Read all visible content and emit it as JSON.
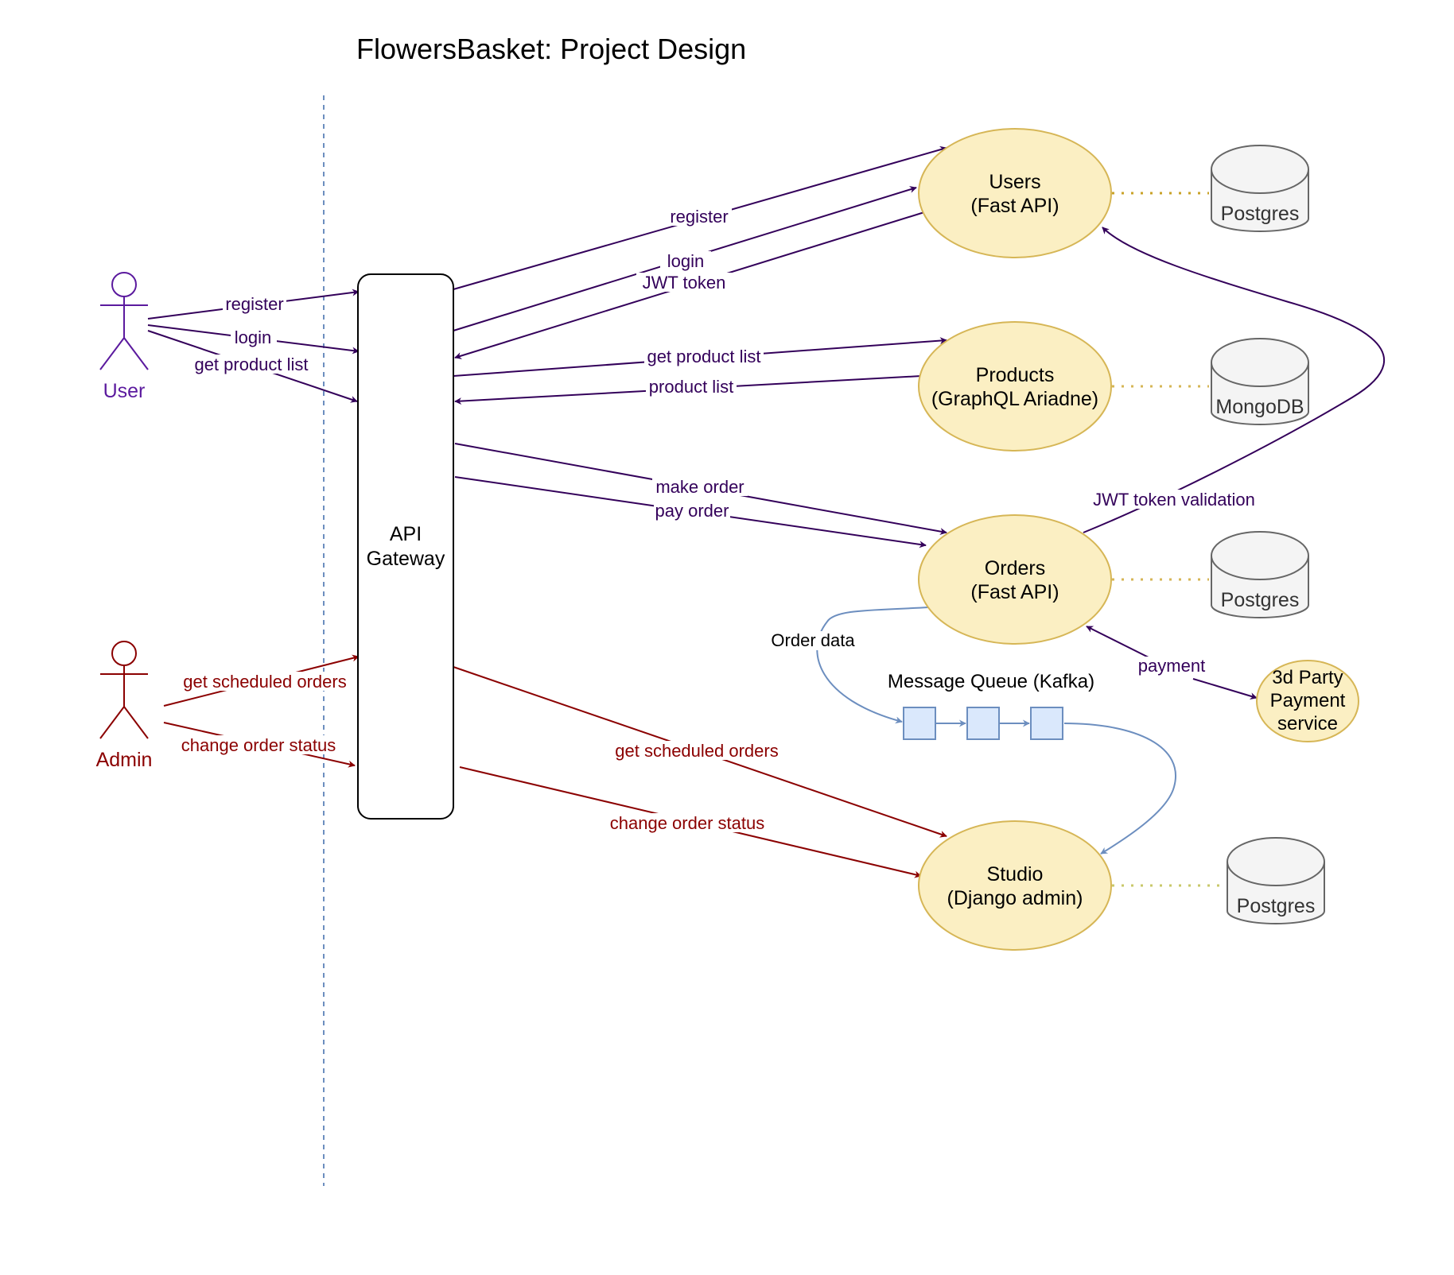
{
  "title": "FlowersBasket: Project Design",
  "colors": {
    "user_edge": "#33005a",
    "user_actor": "#5b1a9e",
    "admin_edge": "#8b0000",
    "service_fill": "#fbefc3",
    "service_stroke": "#d6b656",
    "db_fill": "#f4f4f4",
    "db_stroke": "#666666",
    "queue_fill": "#dae8fc",
    "queue_stroke": "#6c8ebf",
    "lifeline": "#6c8ebf"
  },
  "actors": {
    "user": "User",
    "admin": "Admin"
  },
  "gateway": {
    "line1": "API",
    "line2": "Gateway"
  },
  "services": {
    "users": {
      "line1": "Users",
      "line2": "(Fast API)"
    },
    "products": {
      "line1": "Products",
      "line2": "(GraphQL Ariadne)"
    },
    "orders": {
      "line1": "Orders",
      "line2": "(Fast API)"
    },
    "studio": {
      "line1": "Studio",
      "line2": "(Django admin)"
    },
    "payment": {
      "line1": "3d Party",
      "line2": "Payment",
      "line3": "service"
    }
  },
  "databases": {
    "users_db": "Postgres",
    "products_db": "MongoDB",
    "orders_db": "Postgres",
    "studio_db": "Postgres"
  },
  "queue": {
    "title": "Message Queue (Kafka)",
    "label": "Order data"
  },
  "edges": {
    "user_register": "register",
    "user_login": "login",
    "user_product_list": "get product list",
    "admin_scheduled": "get scheduled orders",
    "admin_status": "change order status",
    "gw_register": "register",
    "gw_login": "login",
    "gw_jwt": "JWT token",
    "gw_get_products": "get product list",
    "gw_products": "product list",
    "gw_make_order": "make order",
    "gw_pay_order": "pay order",
    "gw_scheduled": "get scheduled orders",
    "gw_status": "change order status",
    "jwt_validation": "JWT token validation",
    "payment": "payment"
  }
}
